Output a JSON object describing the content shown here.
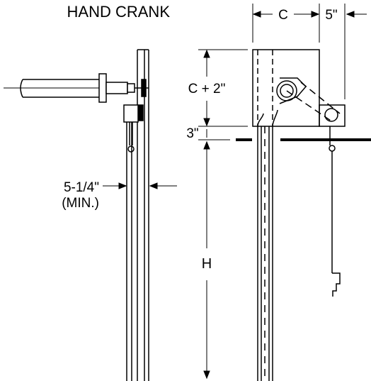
{
  "title": "HAND CRANK",
  "labels": {
    "c": "C",
    "five_in": "5\"",
    "c_plus_2": "C + 2\"",
    "three_in": "3\"",
    "five_quarter": "5-1/4\"",
    "min": "(MIN.)",
    "h": "H"
  },
  "colors": {
    "line": "#000000",
    "background": "#ffffff"
  }
}
